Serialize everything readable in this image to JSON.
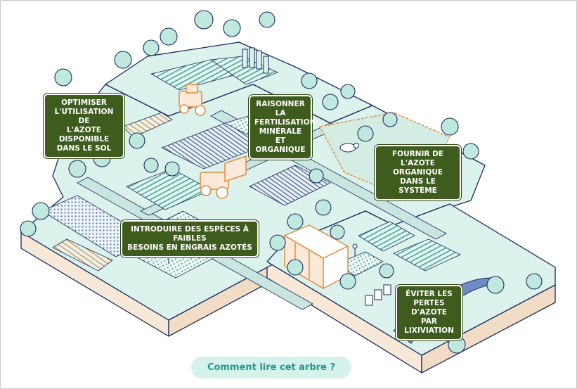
{
  "labels": {
    "optimiser": "Optimiser\nl'utilisation de\nl'azote disponible\ndans le sol",
    "raisonner": "Raisonner la\nfertilisation\nminérale et\norganique",
    "fournir": "Fournir de l'azote\norganique dans le\nsystème",
    "introduire": "Introduire des espèces à faibles\nbesoins en engrais azotés",
    "eviter": "Éviter les\npertes d'azote\npar lixiviation"
  },
  "cta": {
    "label": "Comment lire cet arbre ?"
  },
  "colors": {
    "label_bg": "#3f5b1e",
    "ground": "#dcf2ec",
    "outline": "#1a2a5e",
    "tractor": "#f0883c",
    "cta_bg": "#d6f2ec",
    "cta_text": "#1f9c87"
  }
}
